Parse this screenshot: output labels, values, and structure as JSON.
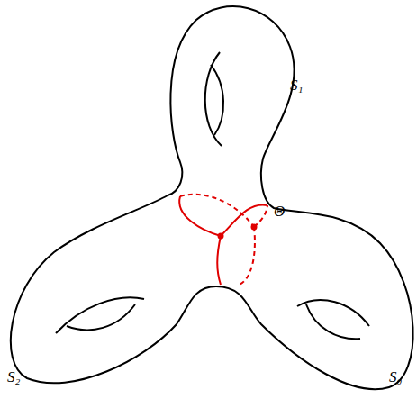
{
  "diagram": {
    "labels": [
      "S₁",
      "S₂",
      "S₀",
      "Θ"
    ]
  }
}
